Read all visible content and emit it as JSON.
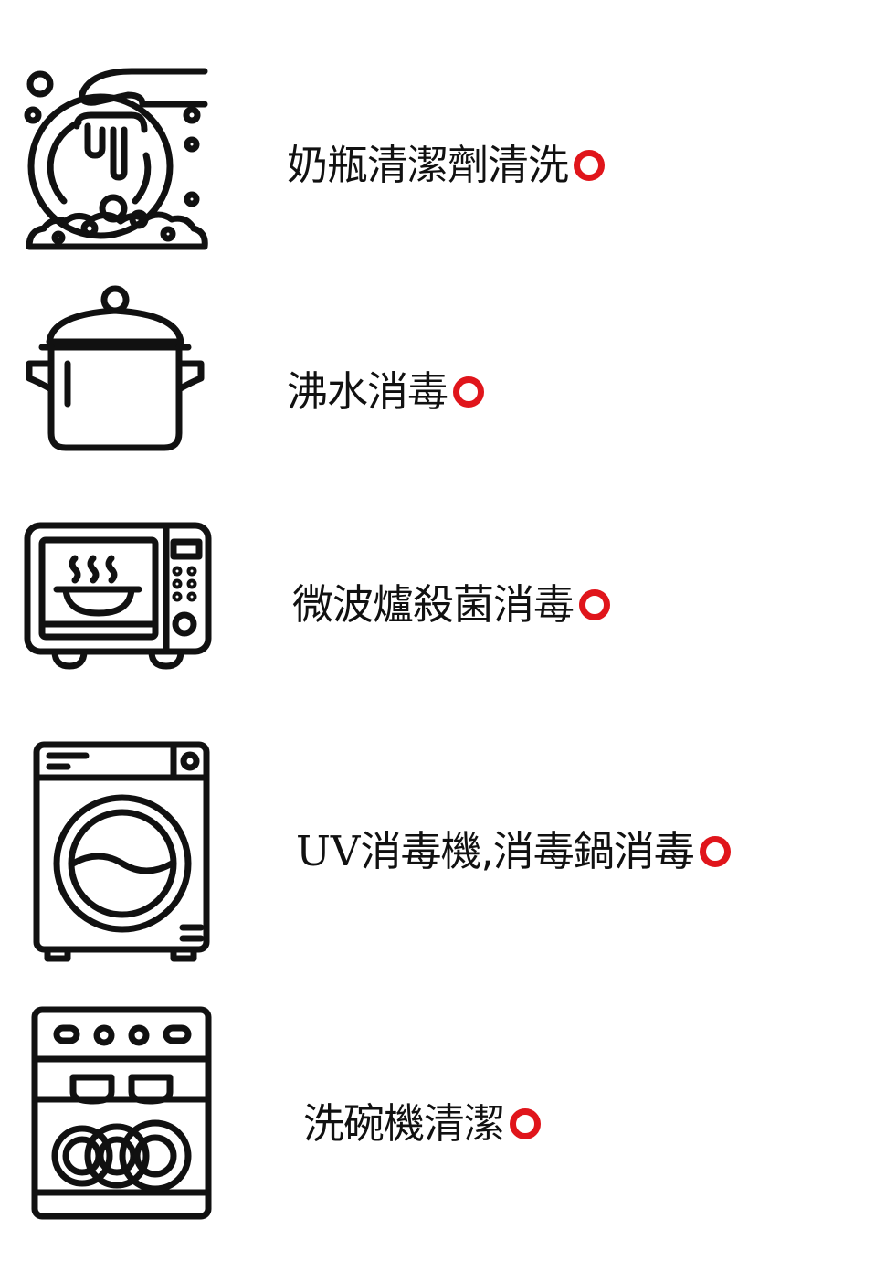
{
  "items": [
    {
      "label": "奶瓶清潔劑清洗",
      "icon": "dish-washing-hand-icon",
      "mark": "red-circle-icon"
    },
    {
      "label": "沸水消毒",
      "icon": "cooking-pot-icon",
      "mark": "red-circle-icon"
    },
    {
      "label": "微波爐殺菌消毒",
      "icon": "microwave-oven-icon",
      "mark": "red-circle-icon"
    },
    {
      "label_prefix": "UV",
      "label": "消毒機,消毒鍋消毒",
      "icon": "washing-machine-icon",
      "mark": "red-circle-icon"
    },
    {
      "label": "洗碗機清潔",
      "icon": "dishwasher-icon",
      "mark": "red-circle-icon"
    }
  ],
  "colors": {
    "icon_stroke": "#111111",
    "mark": "#e0151b",
    "text": "#111111"
  }
}
